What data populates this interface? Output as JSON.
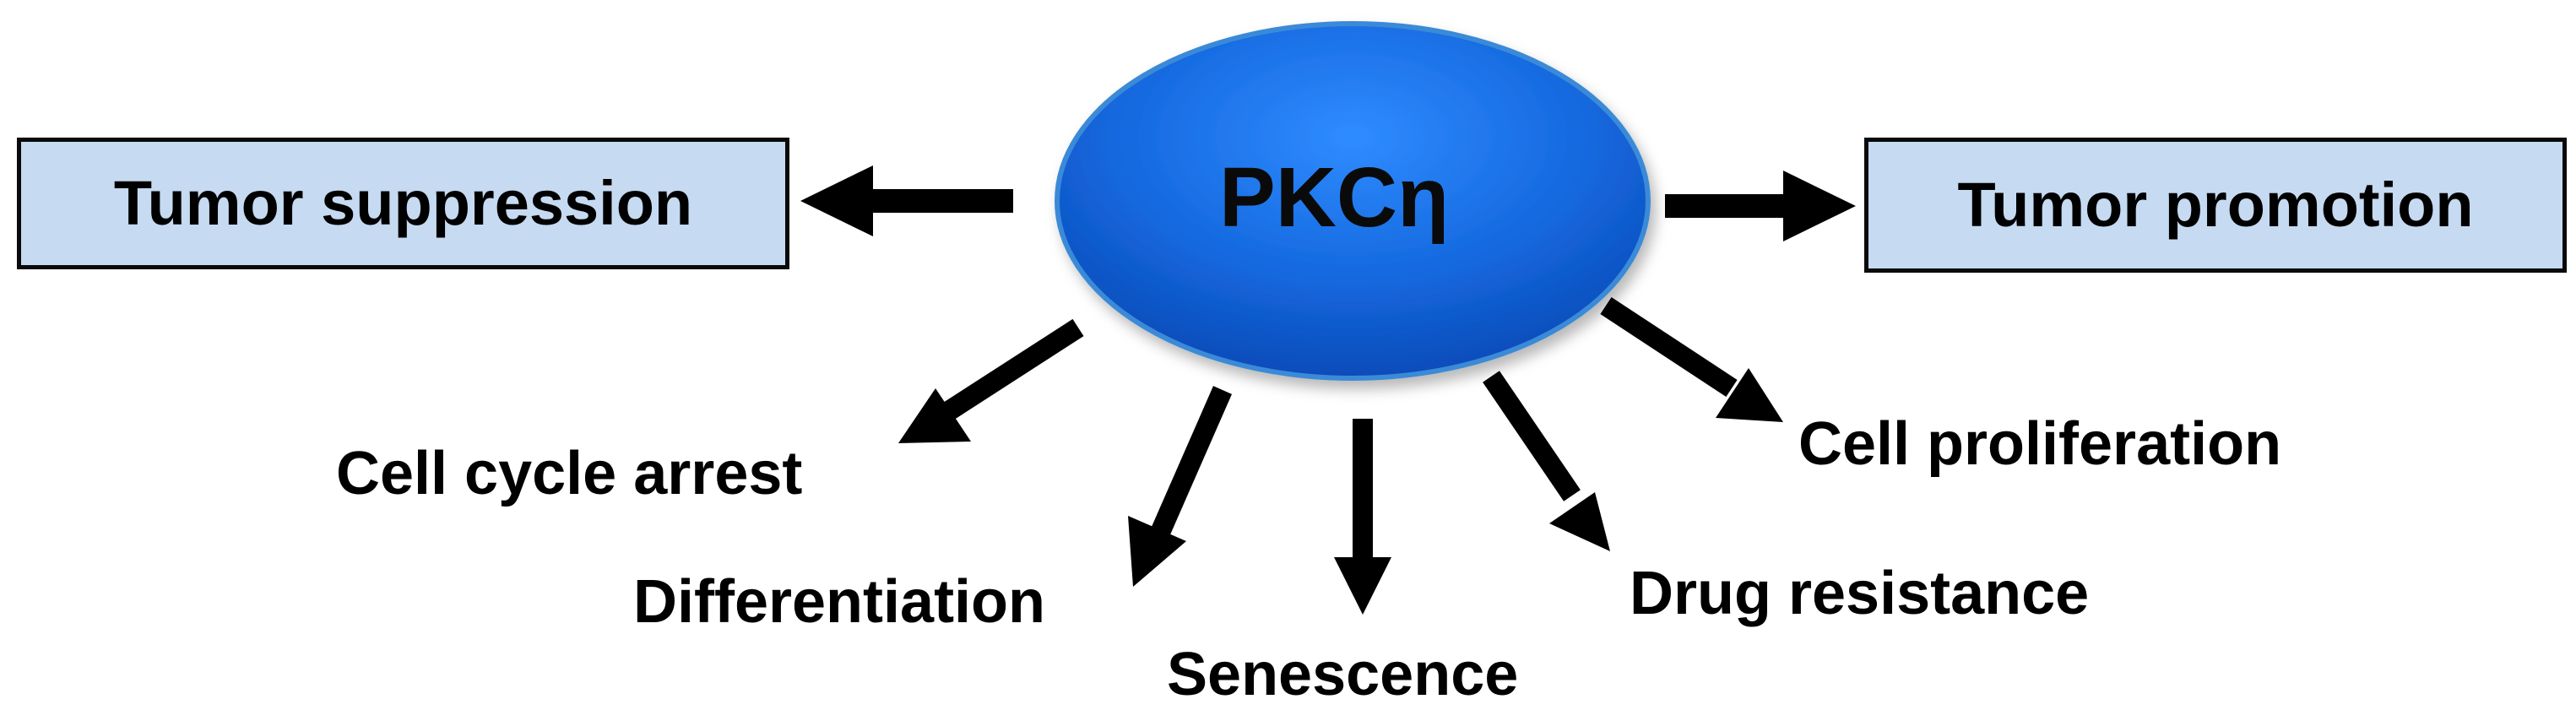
{
  "diagram": {
    "center": {
      "label": "PKCη",
      "fill_color": "#1a73e8",
      "border_color": "#2f86d6"
    },
    "left_box": {
      "label": "Tumor suppression"
    },
    "right_box": {
      "label": "Tumor promotion"
    },
    "box_fill_color": "#c6daf1",
    "outcomes": {
      "cell_cycle_arrest": "Cell cycle arrest",
      "differentiation": "Differentiation",
      "senescence": "Senescence",
      "drug_resistance": "Drug resistance",
      "cell_proliferation": "Cell proliferation"
    }
  }
}
